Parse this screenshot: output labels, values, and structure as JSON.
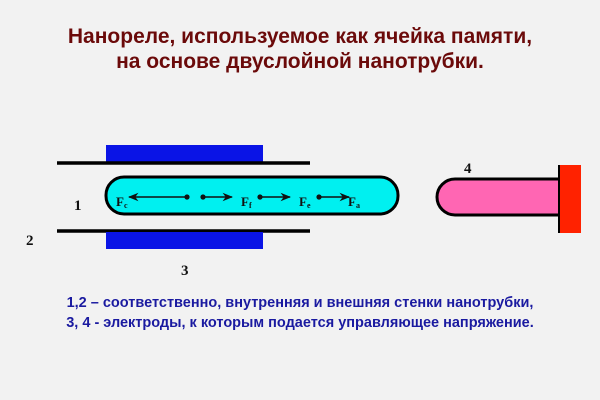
{
  "title": {
    "line1": "Нанореле, используемое как ячейка памяти,",
    "line2": "на основе двуслойной нанотрубки."
  },
  "diagram": {
    "labels": {
      "inner_wall": "1",
      "outer_wall": "2",
      "electrode_3": "3",
      "electrode_4": "4"
    },
    "forces": [
      {
        "symbol": "F",
        "sub": "c"
      },
      {
        "symbol": "F",
        "sub": "f"
      },
      {
        "symbol": "F",
        "sub": "e"
      },
      {
        "symbol": "F",
        "sub": "a"
      }
    ],
    "colors": {
      "electrode_3": "#0a14e6",
      "inner_tube": "#00f0f0",
      "electrode_4_tip": "#ff66b3",
      "electrode_4_plate": "#ff2200",
      "lines": "#000000"
    }
  },
  "caption": {
    "line1": "1,2 – соответственно,  внутренняя и внешняя стенки нанотрубки,",
    "line2": "3, 4 - электроды, к которым подается  управляющее напряжение."
  }
}
